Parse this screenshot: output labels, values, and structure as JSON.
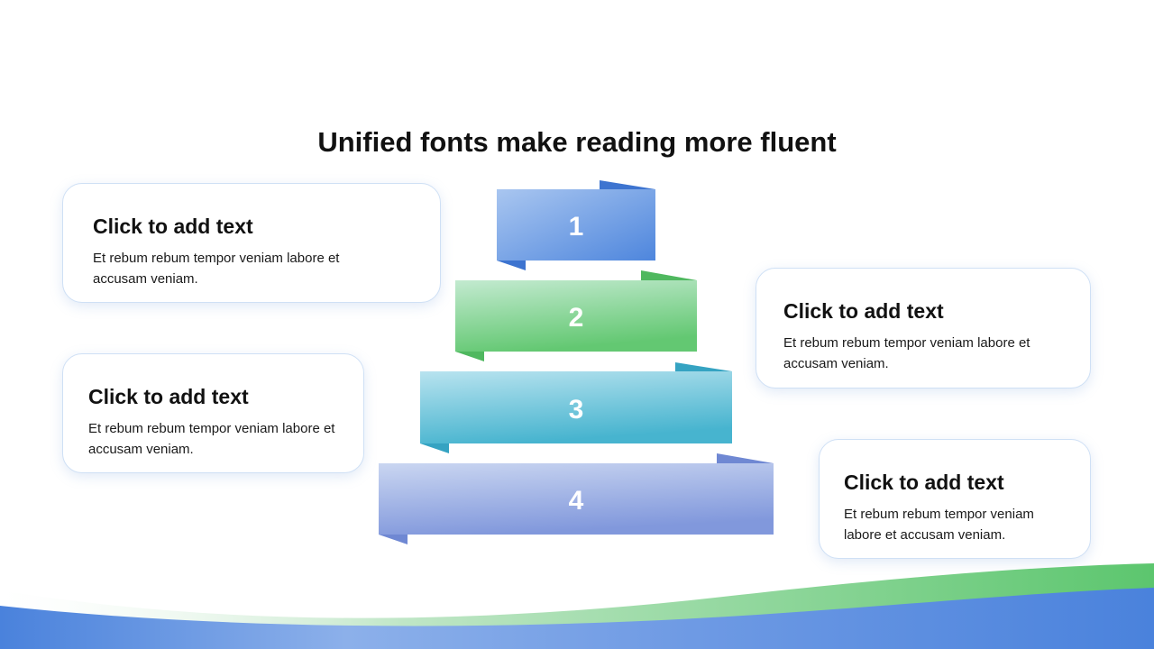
{
  "slide": {
    "title": "Unified fonts make reading more fluent"
  },
  "pyramid": {
    "steps": [
      {
        "label": "1",
        "color_light": "#a9c6f0",
        "color_dark": "#4e86dd",
        "fold": "#3d74d0"
      },
      {
        "label": "2",
        "color_light": "#bfe8c8",
        "color_dark": "#63c872",
        "fold": "#4fb85f"
      },
      {
        "label": "3",
        "color_light": "#b5e1ee",
        "color_dark": "#47b4cf",
        "fold": "#35a3c2"
      },
      {
        "label": "4",
        "color_light": "#c8d4f0",
        "color_dark": "#8198dc",
        "fold": "#6f88d3"
      }
    ]
  },
  "cards": [
    {
      "heading": "Click to add text",
      "body": "Et rebum rebum tempor veniam labore et accusam veniam."
    },
    {
      "heading": "Click to add text",
      "body": "Et rebum rebum tempor veniam labore et accusam veniam."
    },
    {
      "heading": "Click to add text",
      "body": "Et rebum rebum tempor veniam labore et accusam veniam."
    },
    {
      "heading": "Click to add text",
      "body": "Et rebum rebum tempor veniam labore et accusam veniam."
    }
  ],
  "colors": {
    "wave_blue": "#4a82dc",
    "wave_green": "#5cc66e",
    "card_border": "#cfe0f5"
  }
}
